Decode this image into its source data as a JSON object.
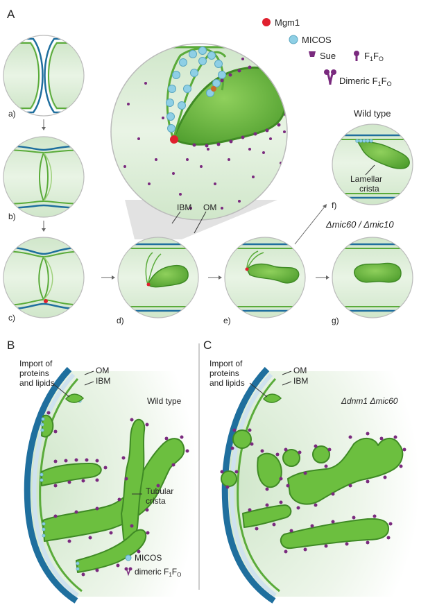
{
  "panels": {
    "a": "A",
    "b": "B",
    "c": "C"
  },
  "legend_top": {
    "mgm1": "Mgm1",
    "micos": "MICOS",
    "sue": "Sue",
    "f1fo_f": "F",
    "f1fo_1": "1",
    "f1fo_f2": "F",
    "f1fo_o": "O",
    "dimeric_prefix": "Dimeric F",
    "dimeric_1": "1",
    "dimeric_f": "F",
    "dimeric_o": "O"
  },
  "steps": {
    "a": "a)",
    "b": "b)",
    "c": "c)",
    "d": "d)",
    "e": "e)",
    "f": "f)",
    "g": "g)"
  },
  "zoom_labels": {
    "ibm": "IBM",
    "om": "OM"
  },
  "wild_type_top": "Wild type",
  "lamellar_1": "Lamellar",
  "lamellar_2": "crista",
  "mutant_top": "Δmic60 / Δmic10",
  "panel_b": {
    "import_1": "Import of",
    "import_2": "proteins",
    "import_3": "and lipids",
    "om": "OM",
    "ibm": "IBM",
    "wild_type": "Wild type",
    "tubular_1": "Tubular",
    "tubular_2": "crista",
    "legend_micos": "MICOS",
    "legend_dimeric": "dimeric F",
    "legend_1": "1",
    "legend_f": "F",
    "legend_o": "O"
  },
  "panel_c": {
    "import_1": "Import of",
    "import_2": "proteins",
    "import_3": "and lipids",
    "om": "OM",
    "ibm": "IBM",
    "mutant": "Δdnm1 Δmic60"
  },
  "colors": {
    "om_blue": "#1f6f9e",
    "ibm_green": "#5aab3a",
    "matrix_green": "#d9ecd4",
    "crista_green": "#6cbf3f",
    "mgm1_red": "#e0202e",
    "micos_blue": "#8ecfe5",
    "atp_purple": "#7a2a7e"
  }
}
